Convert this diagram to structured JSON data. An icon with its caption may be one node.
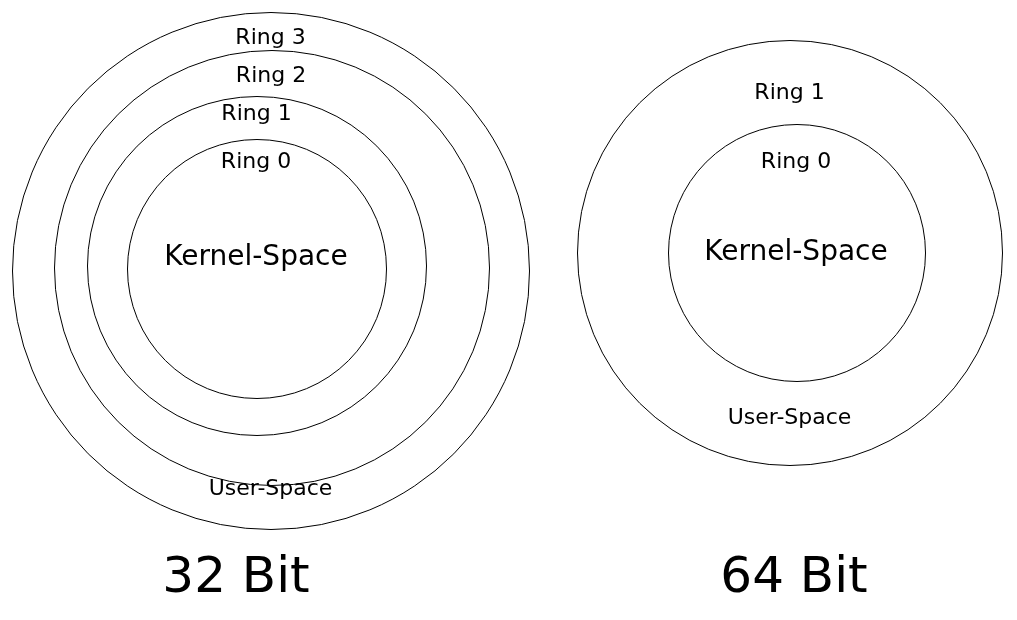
{
  "diagram": {
    "nodes": [
      {
        "text": [
          "Ring 3",
          "User-Space"
        ]
      },
      {
        "text": [
          "Ring 2"
        ],
        "in": 0
      },
      {
        "text": [
          "Ring 1"
        ],
        "in": 1
      },
      {
        "text": [
          "Ring 0",
          "Kernel-Space"
        ],
        "in": 2
      },
      {
        "text": [
          "Ring 1",
          "User-Space"
        ]
      },
      {
        "text": [
          "Ring 0",
          "Kernel-Space"
        ],
        "in": 4
      }
    ],
    "labels": [
      "32 Bit",
      "64 Bit"
    ]
  }
}
